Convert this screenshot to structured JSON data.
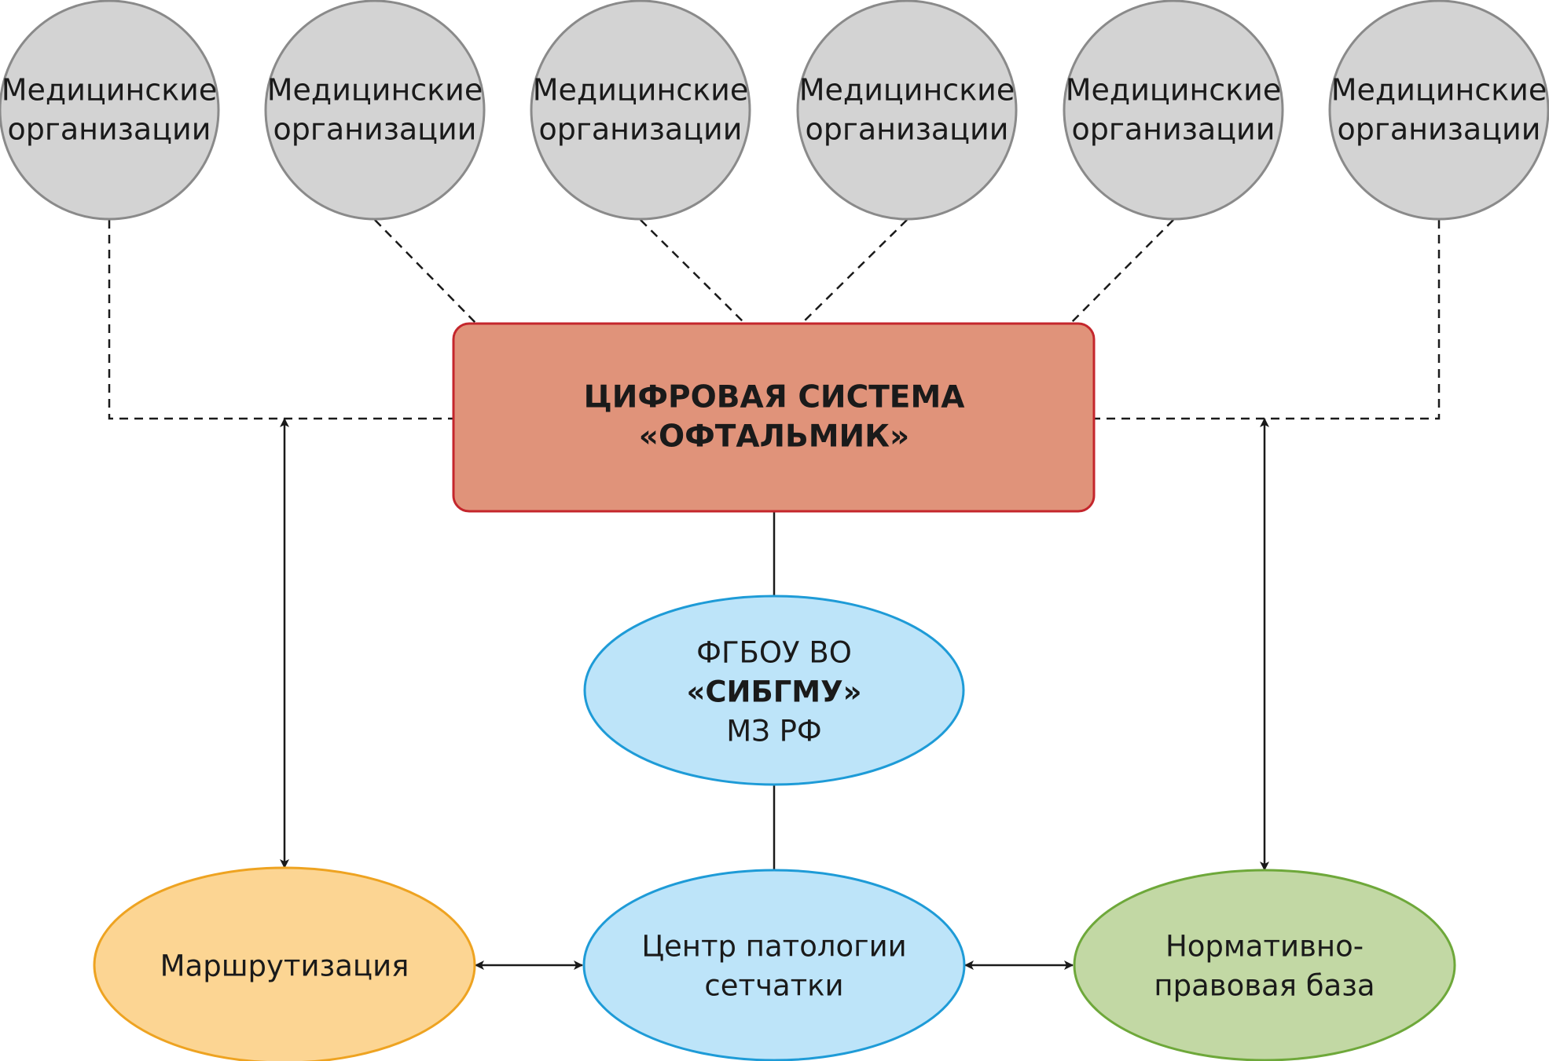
{
  "colors": {
    "org_fill": "#d3d3d3",
    "org_stroke": "#8a8a8a",
    "core_fill": "#e0937a",
    "core_stroke": "#c4262c",
    "blue_fill": "#bde4f9",
    "blue_stroke": "#1e9bd7",
    "orange_fill": "#fcd593",
    "orange_stroke": "#eea321",
    "green_fill": "#c2d8a4",
    "green_stroke": "#6ea83a"
  },
  "organizations": [
    {
      "line1": "Медицинские",
      "line2": "организации"
    },
    {
      "line1": "Медицинские",
      "line2": "организации"
    },
    {
      "line1": "Медицинские",
      "line2": "организации"
    },
    {
      "line1": "Медицинские",
      "line2": "организации"
    },
    {
      "line1": "Медицинские",
      "line2": "организации"
    },
    {
      "line1": "Медицинские",
      "line2": "организации"
    }
  ],
  "core_system": {
    "line1": "ЦИФРОВАЯ СИСТЕМА",
    "line2": "«ОФТАЛЬМИК»"
  },
  "university": {
    "line1": "ФГБОУ ВО",
    "line2": "«СИБГМУ»",
    "line3": "МЗ РФ"
  },
  "routing": {
    "label": "Маршрутизация"
  },
  "retina_center": {
    "line1": "Центр патологии",
    "line2": "сетчатки"
  },
  "legal_base": {
    "line1": "Нормативно-",
    "line2": "правовая база"
  }
}
